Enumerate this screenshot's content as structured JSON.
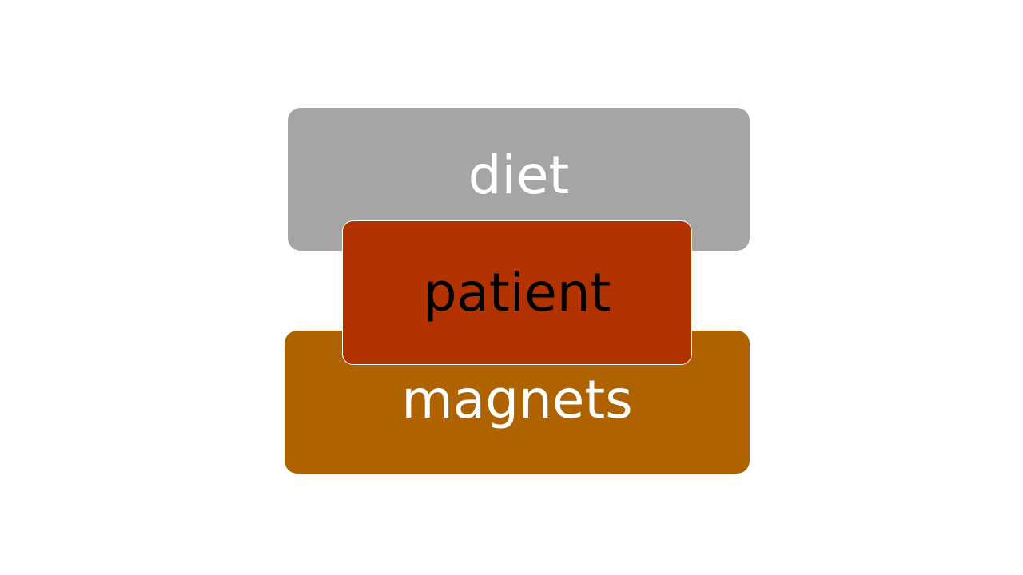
{
  "diagram": {
    "top_box": {
      "label": "diet",
      "fill": "#a5a5a5",
      "text_color": "#ffffff"
    },
    "middle_box": {
      "label": "patient",
      "fill": "#b33300",
      "text_color": "#000000"
    },
    "bottom_box": {
      "label": "magnets",
      "fill": "#ae6300",
      "text_color": "#ffffff"
    }
  }
}
